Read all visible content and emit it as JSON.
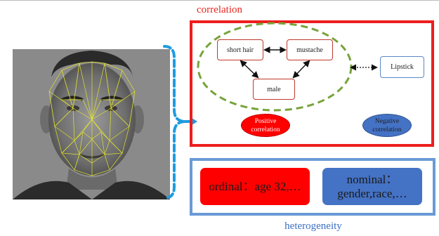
{
  "titles": {
    "correlation": "correlation",
    "heterogeneity": "heterogeneity"
  },
  "nodes": {
    "short_hair": "short hair",
    "mustache": "mustache",
    "male": "male",
    "lipstick": "Lipstick"
  },
  "legend": {
    "positive": "Positive correlation",
    "negative": "Negative correlation"
  },
  "types": {
    "ordinal": "ordinal：age 32,…",
    "nominal": "nominal：gender,race,…"
  },
  "colors": {
    "correlation_red": "#ee1d1d",
    "heterogeneity_blue": "#6a9ad6",
    "bracket_cyan": "#1e9be0",
    "ellipse_green": "#77a33a",
    "mesh_yellow": "#e6e62a"
  }
}
